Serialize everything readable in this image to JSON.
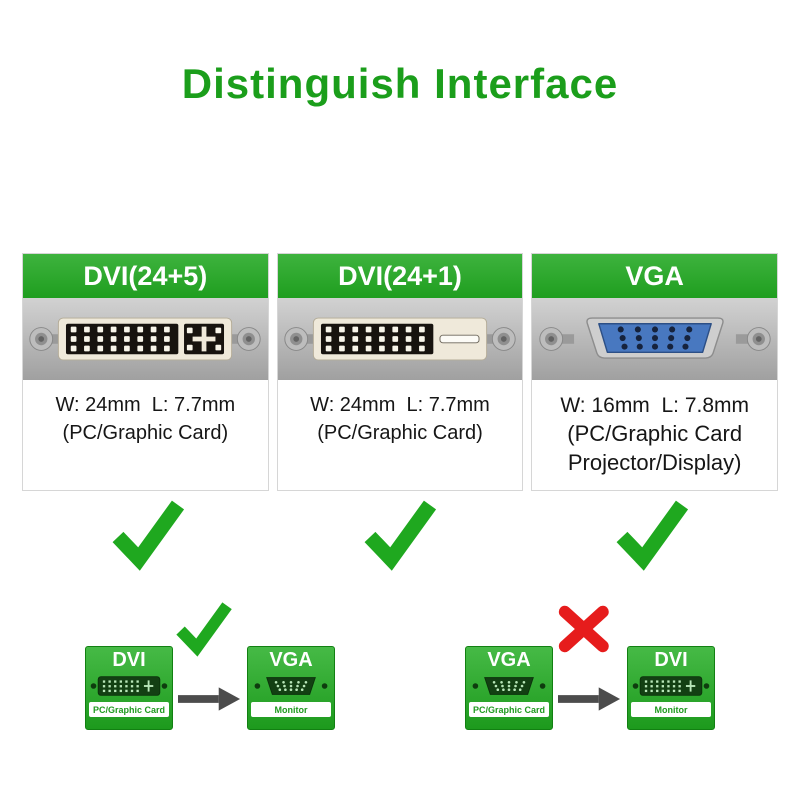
{
  "title": "Distinguish Interface",
  "colors": {
    "title_green": "#1b9e1b",
    "header_green": "#2fa82f",
    "check_green": "#1fa81f",
    "cross_red": "#e61c1c",
    "band_gray": "#b5b5b5",
    "vga_blue": "#4878c0"
  },
  "icons": {
    "dvi_24_5": "dvi-24-5-connector-icon",
    "dvi_24_1": "dvi-24-1-connector-icon",
    "vga": "vga-connector-icon",
    "check": "check-icon",
    "cross": "cross-icon",
    "arrow": "arrow-right-icon",
    "screw": "screw-nut-icon"
  },
  "columns": [
    {
      "header": "DVI(24+5)",
      "size": "W: 24mm  L: 7.7mm",
      "note1": "(PC/Graphic Card)",
      "note2": ""
    },
    {
      "header": "DVI(24+1)",
      "size": "W: 24mm  L: 7.7mm",
      "note1": "(PC/Graphic Card)",
      "note2": ""
    },
    {
      "header": "VGA",
      "size": "W: 16mm  L: 7.8mm",
      "note1": "(PC/Graphic Card",
      "note2": "Projector/Display)"
    }
  ],
  "diagrams": [
    {
      "from": {
        "title": "DVI",
        "label": "PC/Graphic Card"
      },
      "to": {
        "title": "VGA",
        "label": "Monitor"
      },
      "verdict": "compatible"
    },
    {
      "from": {
        "title": "VGA",
        "label": "PC/Graphic Card"
      },
      "to": {
        "title": "DVI",
        "label": "Monitor"
      },
      "verdict": "incompatible"
    }
  ]
}
